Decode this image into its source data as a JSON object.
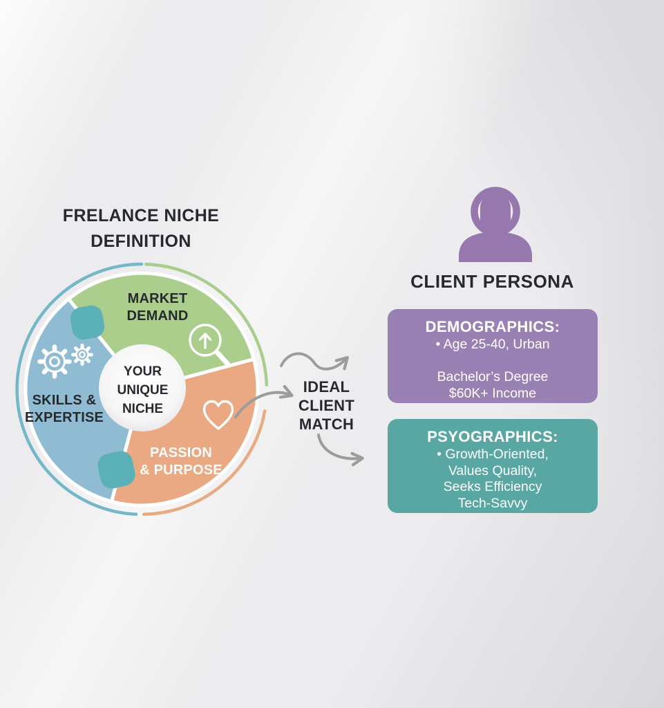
{
  "colors": {
    "background_gray": "#ececee",
    "text_dark": "#26292d",
    "segment_green": "#abce8c",
    "segment_blue": "#8fbcd3",
    "segment_orange": "#eaa982",
    "teal_blob": "#5cb0b7",
    "ring_blue": "#74b7c8",
    "ring_green": "#a9cd8d",
    "ring_orange": "#e9a981",
    "center_circle_white": "#ffffff",
    "arrow_gray": "#9c9c9c",
    "persona_purple": "#9678ae",
    "card_purple": "#9a81b4",
    "card_teal": "#58a7a3",
    "icon_white": "#ffffff"
  },
  "title": "FRELANCE NICHE\nDEFINITION",
  "wheel": {
    "center_label": "YOUR\nUNIQUE\nNICHE",
    "segments": [
      {
        "label": "MARKET\nDEMAND",
        "color": "#abce8c",
        "icon": "growth-magnifier-icon"
      },
      {
        "label": "SKILLS &\nEXPERTISE",
        "color": "#8fbcd3",
        "icon": "gears-icon"
      },
      {
        "label": "PASSION\n& PURPOSE",
        "color": "#eaa982",
        "icon": "heart-icon"
      }
    ]
  },
  "connector": {
    "label": "IDEAL\nCLIENT\nMATCH",
    "arrow_icon": "curved-arrow-icon"
  },
  "persona": {
    "heading": "CLIENT PERSONA",
    "icon": "person-icon",
    "cards": [
      {
        "heading": "DEMOGRAPHICS:",
        "body": "• Age 25-40, Urban\n\nBachelor’s Degree\n$60K+ Income",
        "color": "#9a81b4"
      },
      {
        "heading": "PSYOGRAPHICS:",
        "body": "• Growth-Oriented,\nValues Quality,\nSeeks Efficiency\nTech-Savvy",
        "color": "#58a7a3"
      }
    ]
  }
}
